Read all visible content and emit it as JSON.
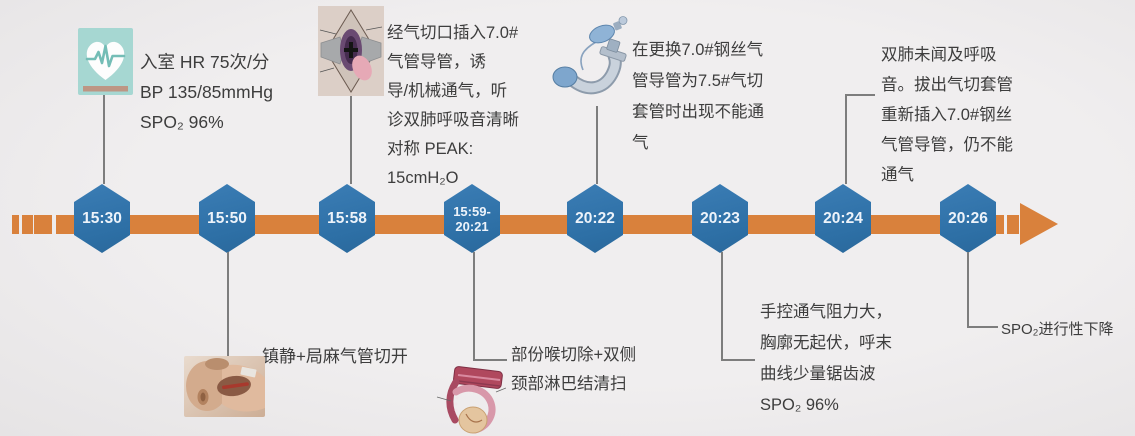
{
  "colors": {
    "timeline_orange": "#D9813C",
    "hexagon_blue": "#2F72A8",
    "connector_gray": "#7D7D7D",
    "text_dark": "#3D3D3D",
    "monitor_icon_teal": "#A6D7D2"
  },
  "icons": {
    "vital_signs": "heart-ecg-monitor-icon",
    "incision": "tracheostomy-incision-illustration",
    "trach_tube": "tracheostomy-tube-illustration",
    "patient": "patient-neck-surgery-photo",
    "larynx": "larynx-anatomy-illustration"
  },
  "nodes": [
    {
      "time": [
        "15:30"
      ],
      "callout": [
        "入室 HR 75次/分",
        "BP 135/85mmHg",
        "SPO₂ 96%"
      ]
    },
    {
      "time": [
        "15:50"
      ],
      "callout": [
        "镇静+局麻气管切开"
      ]
    },
    {
      "time": [
        "15:58"
      ],
      "callout": [
        "经气切口插入7.0#",
        "气管导管，诱",
        "导/机械通气，听",
        "诊双肺呼吸音清晰",
        "对称 PEAK:",
        "15cmH₂O"
      ]
    },
    {
      "time": [
        "15:59-",
        "20:21"
      ],
      "callout": [
        "部份喉切除+双侧",
        "颈部淋巴结清扫"
      ]
    },
    {
      "time": [
        "20:22"
      ],
      "callout": [
        "在更换7.0#钢丝气",
        "管导管为7.5#气切",
        "套管时出现不能通",
        "气"
      ]
    },
    {
      "time": [
        "20:23"
      ],
      "callout": [
        "手控通气阻力大，",
        "胸廓无起伏，呼末",
        "曲线少量锯齿波",
        "SPO₂ 96%"
      ]
    },
    {
      "time": [
        "20:24"
      ],
      "callout": [
        "双肺未闻及呼吸",
        "音。拔出气切套管",
        "重新插入7.0#钢丝",
        "气管导管，仍不能",
        "通气"
      ]
    },
    {
      "time": [
        "20:26"
      ],
      "callout": [
        "SPO₂进行性下降"
      ]
    }
  ]
}
